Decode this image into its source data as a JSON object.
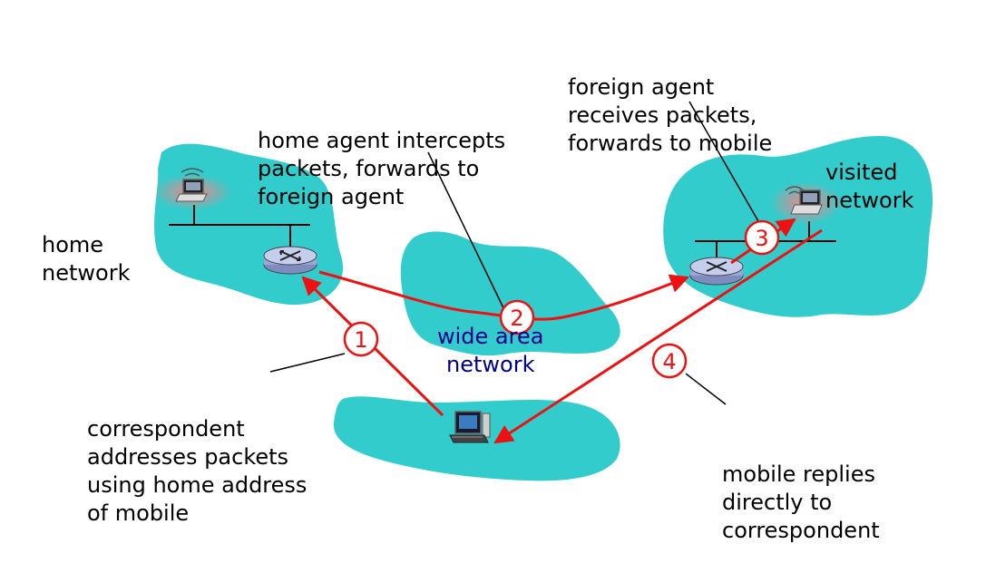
{
  "labels": {
    "home_network": [
      "home",
      "network"
    ],
    "visited_network": [
      "visited",
      "network"
    ],
    "wide_area_network": [
      "wide area",
      "network"
    ],
    "home_agent_note": [
      "home agent intercepts",
      "packets, forwards to",
      "foreign agent"
    ],
    "foreign_agent_note": [
      "foreign agent",
      "receives packets,",
      "forwards to mobile"
    ],
    "correspondent_note": [
      "correspondent",
      "addresses packets",
      "using home address",
      "of mobile"
    ],
    "mobile_reply_note": [
      "mobile replies",
      "directly to",
      "correspondent"
    ]
  },
  "steps": [
    "1",
    "2",
    "3",
    "4"
  ],
  "colors": {
    "network_fill": "#33cccc",
    "arrow": "#ee1111",
    "wan_text": "#00008b",
    "router_fill": "#b8c2e8",
    "glow": "#ff8080"
  },
  "icons": {
    "router": "router-icon",
    "laptop": "laptop-icon",
    "desktop": "desktop-computer-icon",
    "wireless": "wireless-signal-icon"
  }
}
